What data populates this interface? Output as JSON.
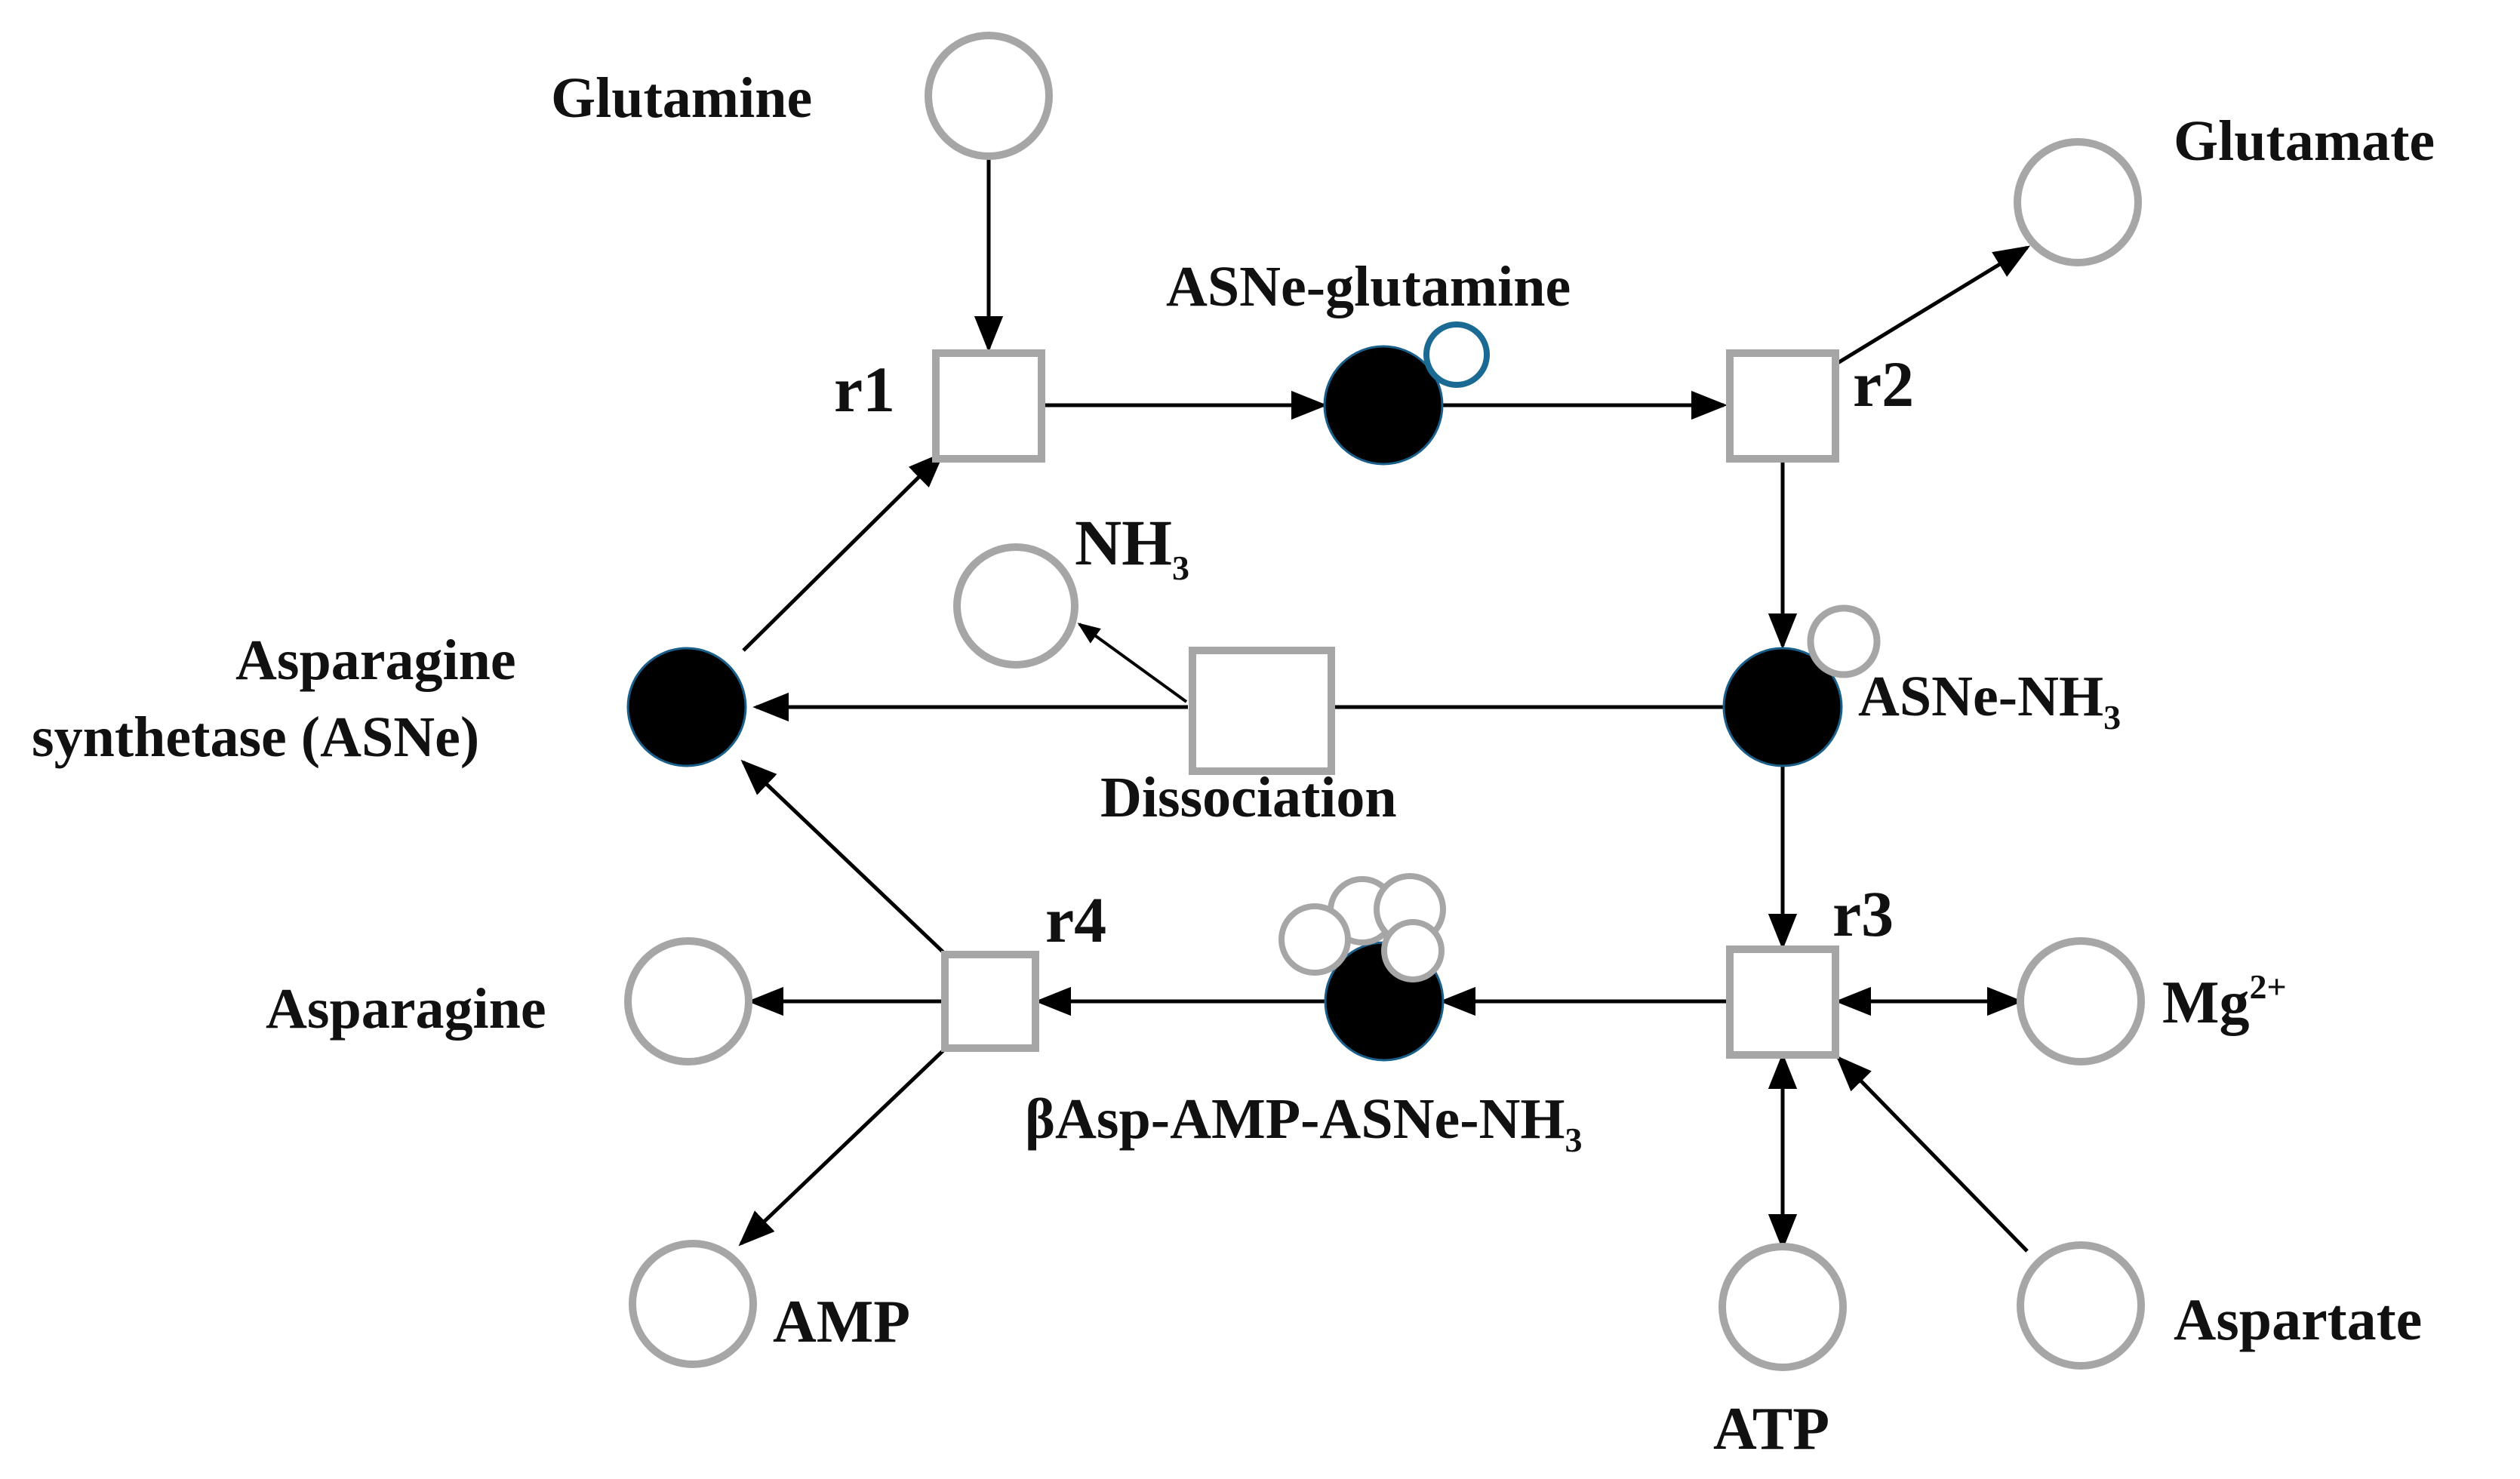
{
  "diagram": {
    "colors": {
      "place_stroke": "#a6a6a6",
      "token_fill": "#000000",
      "token_stroke": "#1a5f8a",
      "small_circle_blue": "#1b6a93",
      "arrow": "#000000",
      "text": "#111111"
    },
    "labels": {
      "glutamine": "Glutamine",
      "glutamate": "Glutamate",
      "asne_glutamine": "ASNe-glutamine",
      "r1": "r1",
      "r2": "r2",
      "r3": "r3",
      "r4": "r4",
      "nh3_base": "NH",
      "nh3_sub": "3",
      "asn_synthetase_line1": "Asparagine",
      "asn_synthetase_line2": "synthetase (ASNe)",
      "dissociation": "Dissociation",
      "asne_nh3_base": "ASNe-NH",
      "asne_nh3_sub": "3",
      "asparagine": "Asparagine",
      "mg_base": "Mg",
      "mg_sup": "2+",
      "basp_base": "βAsp-AMP-ASNe-NH",
      "basp_sub": "3",
      "amp": "AMP",
      "atp": "ATP",
      "aspartate": "Aspartate"
    }
  }
}
